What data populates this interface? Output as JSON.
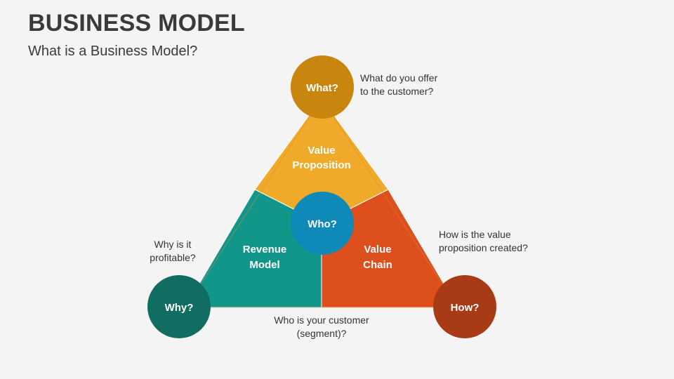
{
  "header": {
    "title": "BUSINESS MODEL",
    "subtitle": "What is a Business Model?"
  },
  "diagram": {
    "segments": {
      "top": {
        "line1": "Value",
        "line2": "Proposition",
        "color": "#f0aa2a"
      },
      "left": {
        "line1": "Revenue",
        "line2": "Model",
        "color": "#13968a"
      },
      "right": {
        "line1": "Value",
        "line2": "Chain",
        "color": "#de4f1e"
      }
    },
    "nodes": {
      "what": {
        "label": "What?",
        "color": "#c8860f"
      },
      "who": {
        "label": "Who?",
        "color": "#0f8ab8"
      },
      "why": {
        "label": "Why?",
        "color": "#116d62"
      },
      "how": {
        "label": "How?",
        "color": "#a83a16"
      }
    },
    "notes": {
      "what": {
        "line1": "What do you offer",
        "line2": "to the customer?"
      },
      "why": {
        "line1": "Why is it",
        "line2": "profitable?"
      },
      "how": {
        "line1": "How is the value",
        "line2": "proposition created?"
      },
      "who": {
        "line1": "Who is your customer",
        "line2": "(segment)?"
      }
    }
  }
}
